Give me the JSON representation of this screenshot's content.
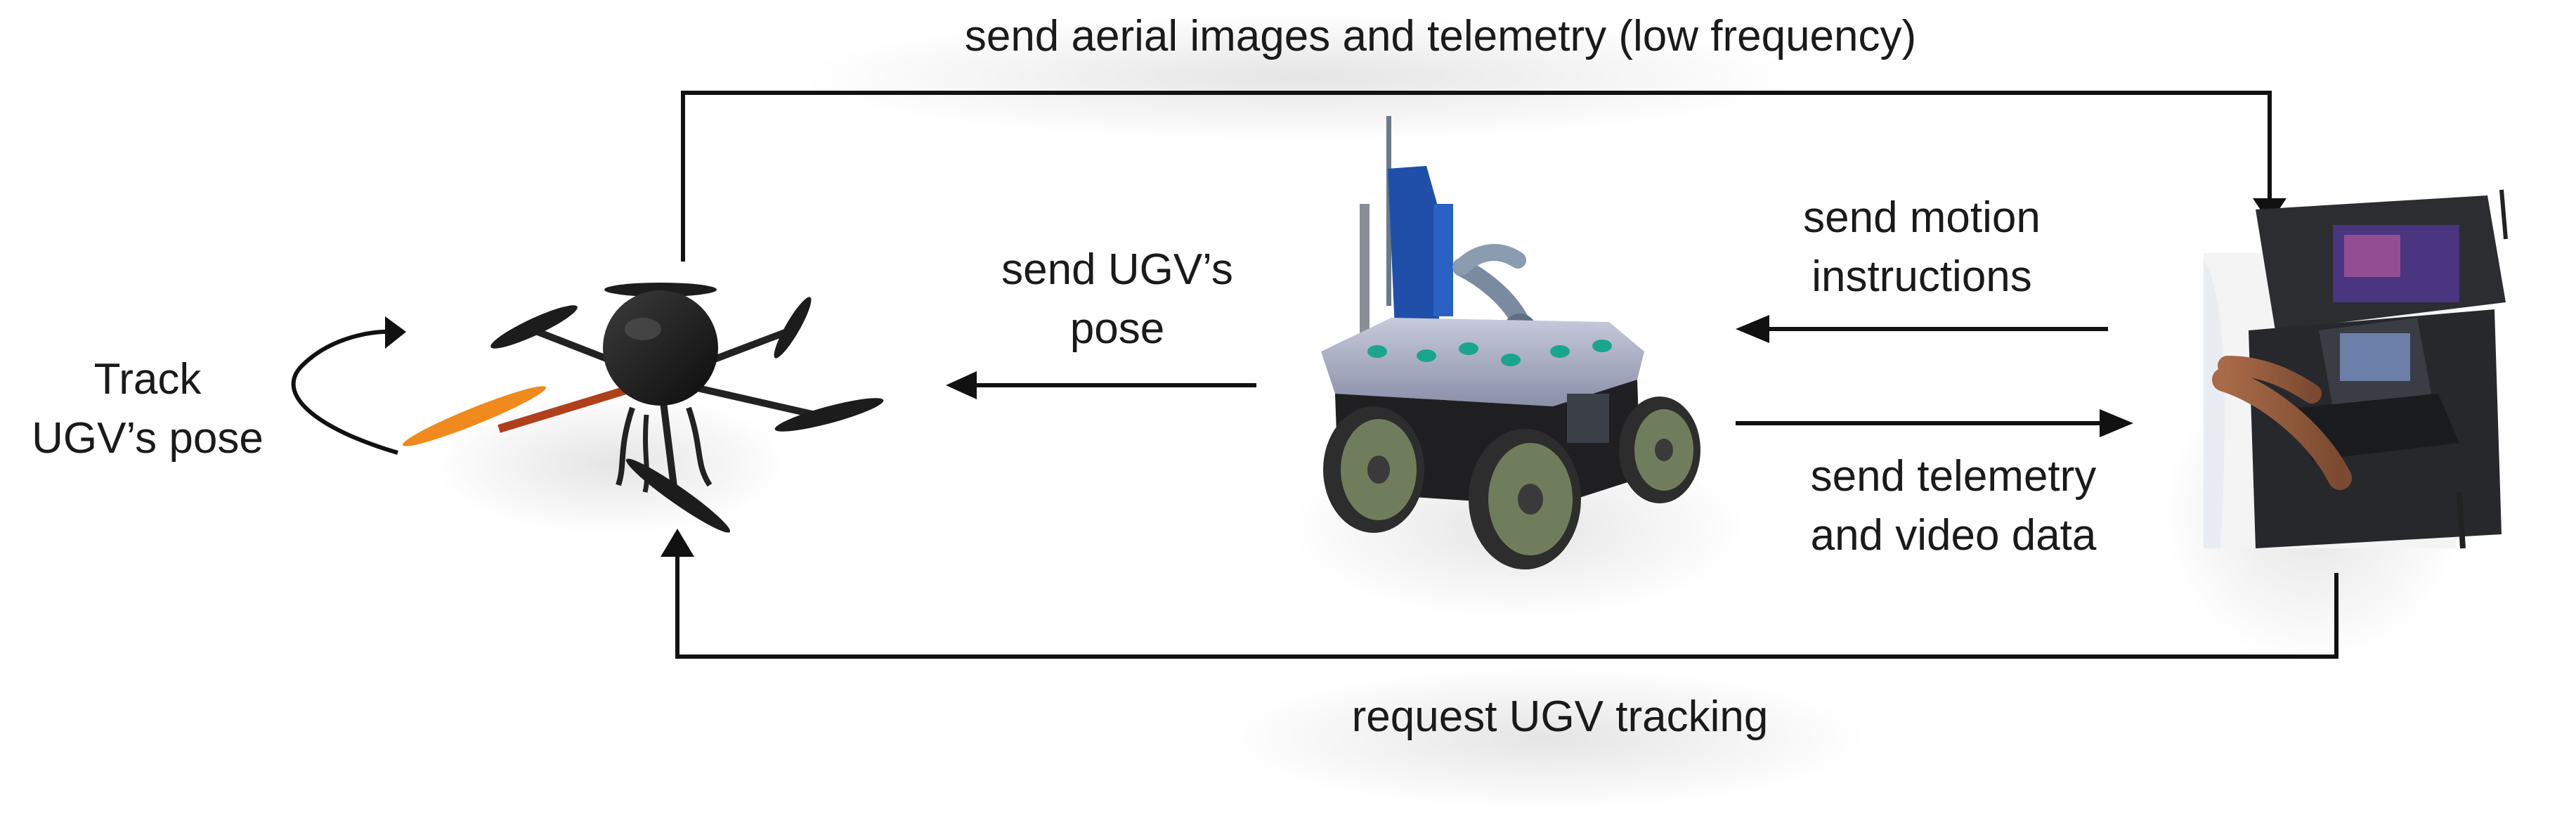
{
  "labels": {
    "top_flow": "send aerial images and telemetry (low frequency)",
    "track_line1": "Track",
    "track_line2": "UGV’s pose",
    "send_pose_line1": "send UGV’s",
    "send_pose_line2": "pose",
    "motion_line1": "send motion",
    "motion_line2": "instructions",
    "telemetry_line1": "send telemetry",
    "telemetry_line2": "and video data",
    "bottom_flow": "request UGV tracking"
  },
  "nodes": [
    {
      "id": "uav",
      "icon": "quadcopter-drone-image"
    },
    {
      "id": "ugv",
      "icon": "ground-robot-with-arm-image"
    },
    {
      "id": "ground-station",
      "icon": "operator-control-station-photo"
    }
  ],
  "edges": [
    {
      "from": "uav",
      "to": "ground-station",
      "label_key": "top_flow"
    },
    {
      "from": "ground-station",
      "to": "uav",
      "label_key": "bottom_flow"
    },
    {
      "from": "ugv",
      "to": "uav",
      "label_key": "send_pose"
    },
    {
      "from": "ground-station",
      "to": "ugv",
      "label_key": "motion"
    },
    {
      "from": "ugv",
      "to": "ground-station",
      "label_key": "telemetry"
    },
    {
      "from": "uav",
      "to": "uav",
      "label_key": "track"
    }
  ],
  "colors": {
    "arrow": "#111111",
    "drone_body": "#1b1b1b",
    "propeller_orange": "#f08a1c",
    "robot_chassis": "#9aa0b8",
    "robot_wheel": "#6f7d5c",
    "robot_panel_blue": "#1f4fa8",
    "console_case": "#2b2d31"
  }
}
